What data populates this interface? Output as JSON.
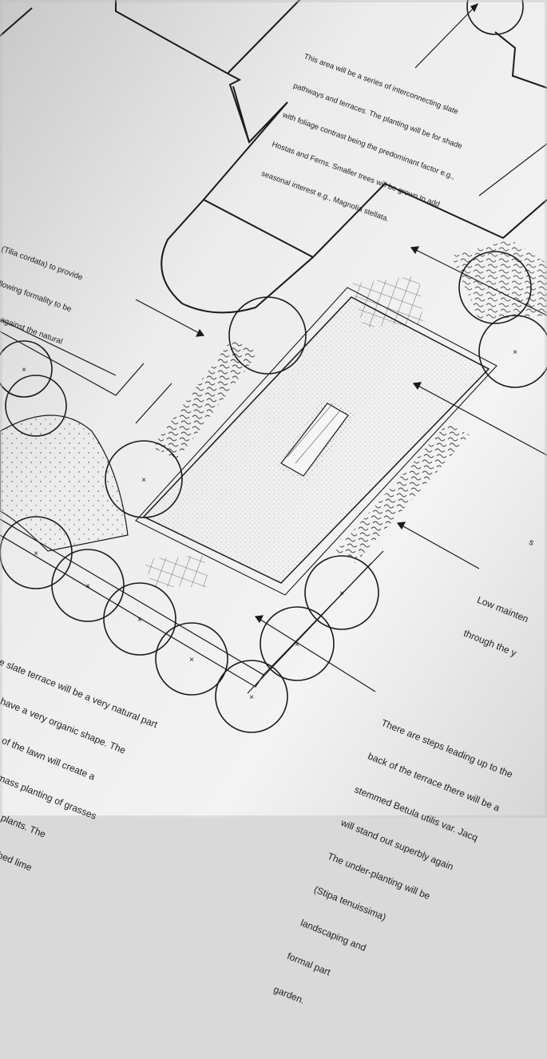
{
  "scene": {
    "subject": "landscape-design-plan-printout",
    "colors": {
      "paper_light": "#f2f2f2",
      "paper_shadow": "#c9c9c9",
      "ink": "#1a1a1a"
    },
    "labels": {
      "top": [
        "This area will be a series of interconnecting slate",
        "pathways and terraces. The planting will be for shade",
        "with foliage contrast being the predominant factor e.g.,",
        "Hostas and Ferns. Smaller trees will be grown to add",
        "seasonal interest e.g., Magnolia stellata."
      ],
      "left": [
        "lime (Tilia cordata) to provide",
        "y and allowing formality to be",
        "or contrast against the natural"
      ],
      "bottom_left": [
        "the slate terrace will be a very natural part",
        "It will have a very organic shape. The",
        "the edge of the lawn will create a",
        "duced by a mass planting of grasses",
        "ing herbaceous plants. The",
        "th the formal pleached lime"
      ],
      "bottom_right": [
        "There are steps leading up to the",
        "back of the terrace there will be a",
        "stemmed Betula utilis var. Jacq",
        "will stand out superbly again",
        "The under-planting will be",
        "(Stipa tenuissima)",
        "landscaping and",
        "formal part",
        "garden."
      ],
      "right_middle": [
        "Low mainten",
        "through the y"
      ],
      "right_edge": [
        "s"
      ]
    }
  }
}
